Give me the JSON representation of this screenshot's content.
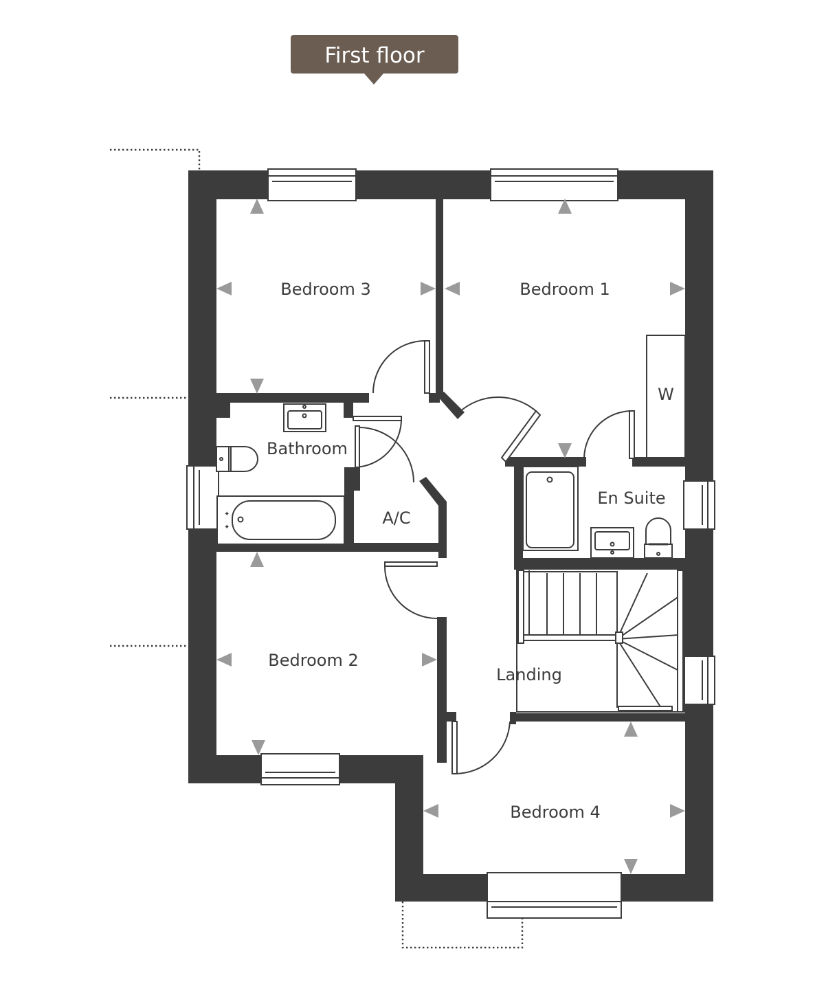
{
  "header": {
    "title": "First floor",
    "badge_color": "#6b5d52"
  },
  "rooms": {
    "bedroom3": "Bedroom 3",
    "bedroom1": "Bedroom 1",
    "wardrobe": "W",
    "bathroom": "Bathroom",
    "airing_cupboard": "A/C",
    "en_suite": "En Suite",
    "bedroom2": "Bedroom 2",
    "landing": "Landing",
    "bedroom4": "Bedroom 4"
  },
  "colors": {
    "wall": "#3c3c3c",
    "dimension_arrow": "#9a9a9a"
  }
}
